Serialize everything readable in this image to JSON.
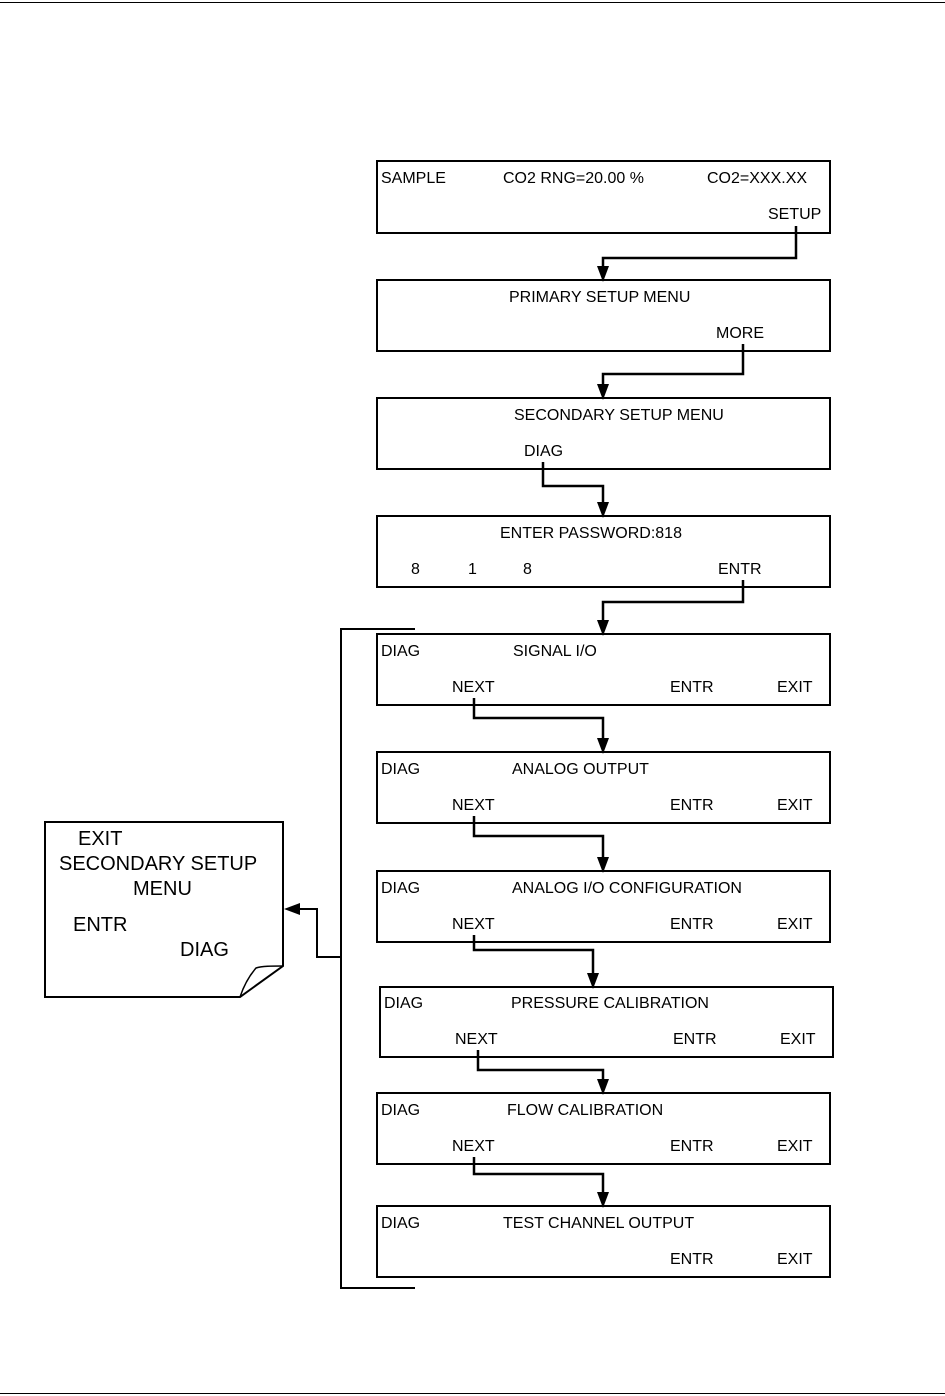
{
  "sample": {
    "mode": "SAMPLE",
    "range": "CO2 RNG=20.00 %",
    "reading": "CO2=XXX.XX",
    "setup": "SETUP"
  },
  "primary": {
    "title": "PRIMARY SETUP MENU",
    "more": "MORE"
  },
  "secondary": {
    "title": "SECONDARY SETUP MENU",
    "diag": "DIAG"
  },
  "password": {
    "title": "ENTER PASSWORD:818",
    "d1": "8",
    "d2": "1",
    "d3": "8",
    "entr": "ENTR"
  },
  "diag_screens": [
    {
      "prefix": "DIAG",
      "title": "SIGNAL I/O",
      "next": "NEXT",
      "entr": "ENTR",
      "exit": "EXIT"
    },
    {
      "prefix": "DIAG",
      "title": "ANALOG OUTPUT",
      "next": "NEXT",
      "entr": "ENTR",
      "exit": "EXIT"
    },
    {
      "prefix": "DIAG",
      "title": "ANALOG I/O CONFIGURATION",
      "next": "NEXT",
      "entr": "ENTR",
      "exit": "EXIT"
    },
    {
      "prefix": "DIAG",
      "title": "PRESSURE CALIBRATION",
      "next": "NEXT",
      "entr": "ENTR",
      "exit": "EXIT"
    },
    {
      "prefix": "DIAG",
      "title": "FLOW CALIBRATION",
      "next": "NEXT",
      "entr": "ENTR",
      "exit": "EXIT"
    },
    {
      "prefix": "DIAG",
      "title": "TEST CHANNEL OUTPUT",
      "entr": "ENTR",
      "exit": "EXIT"
    }
  ],
  "note": {
    "line1": "EXIT",
    "line2": "SECONDARY SETUP",
    "line3": "MENU",
    "line4": "ENTR",
    "line5": "DIAG"
  }
}
